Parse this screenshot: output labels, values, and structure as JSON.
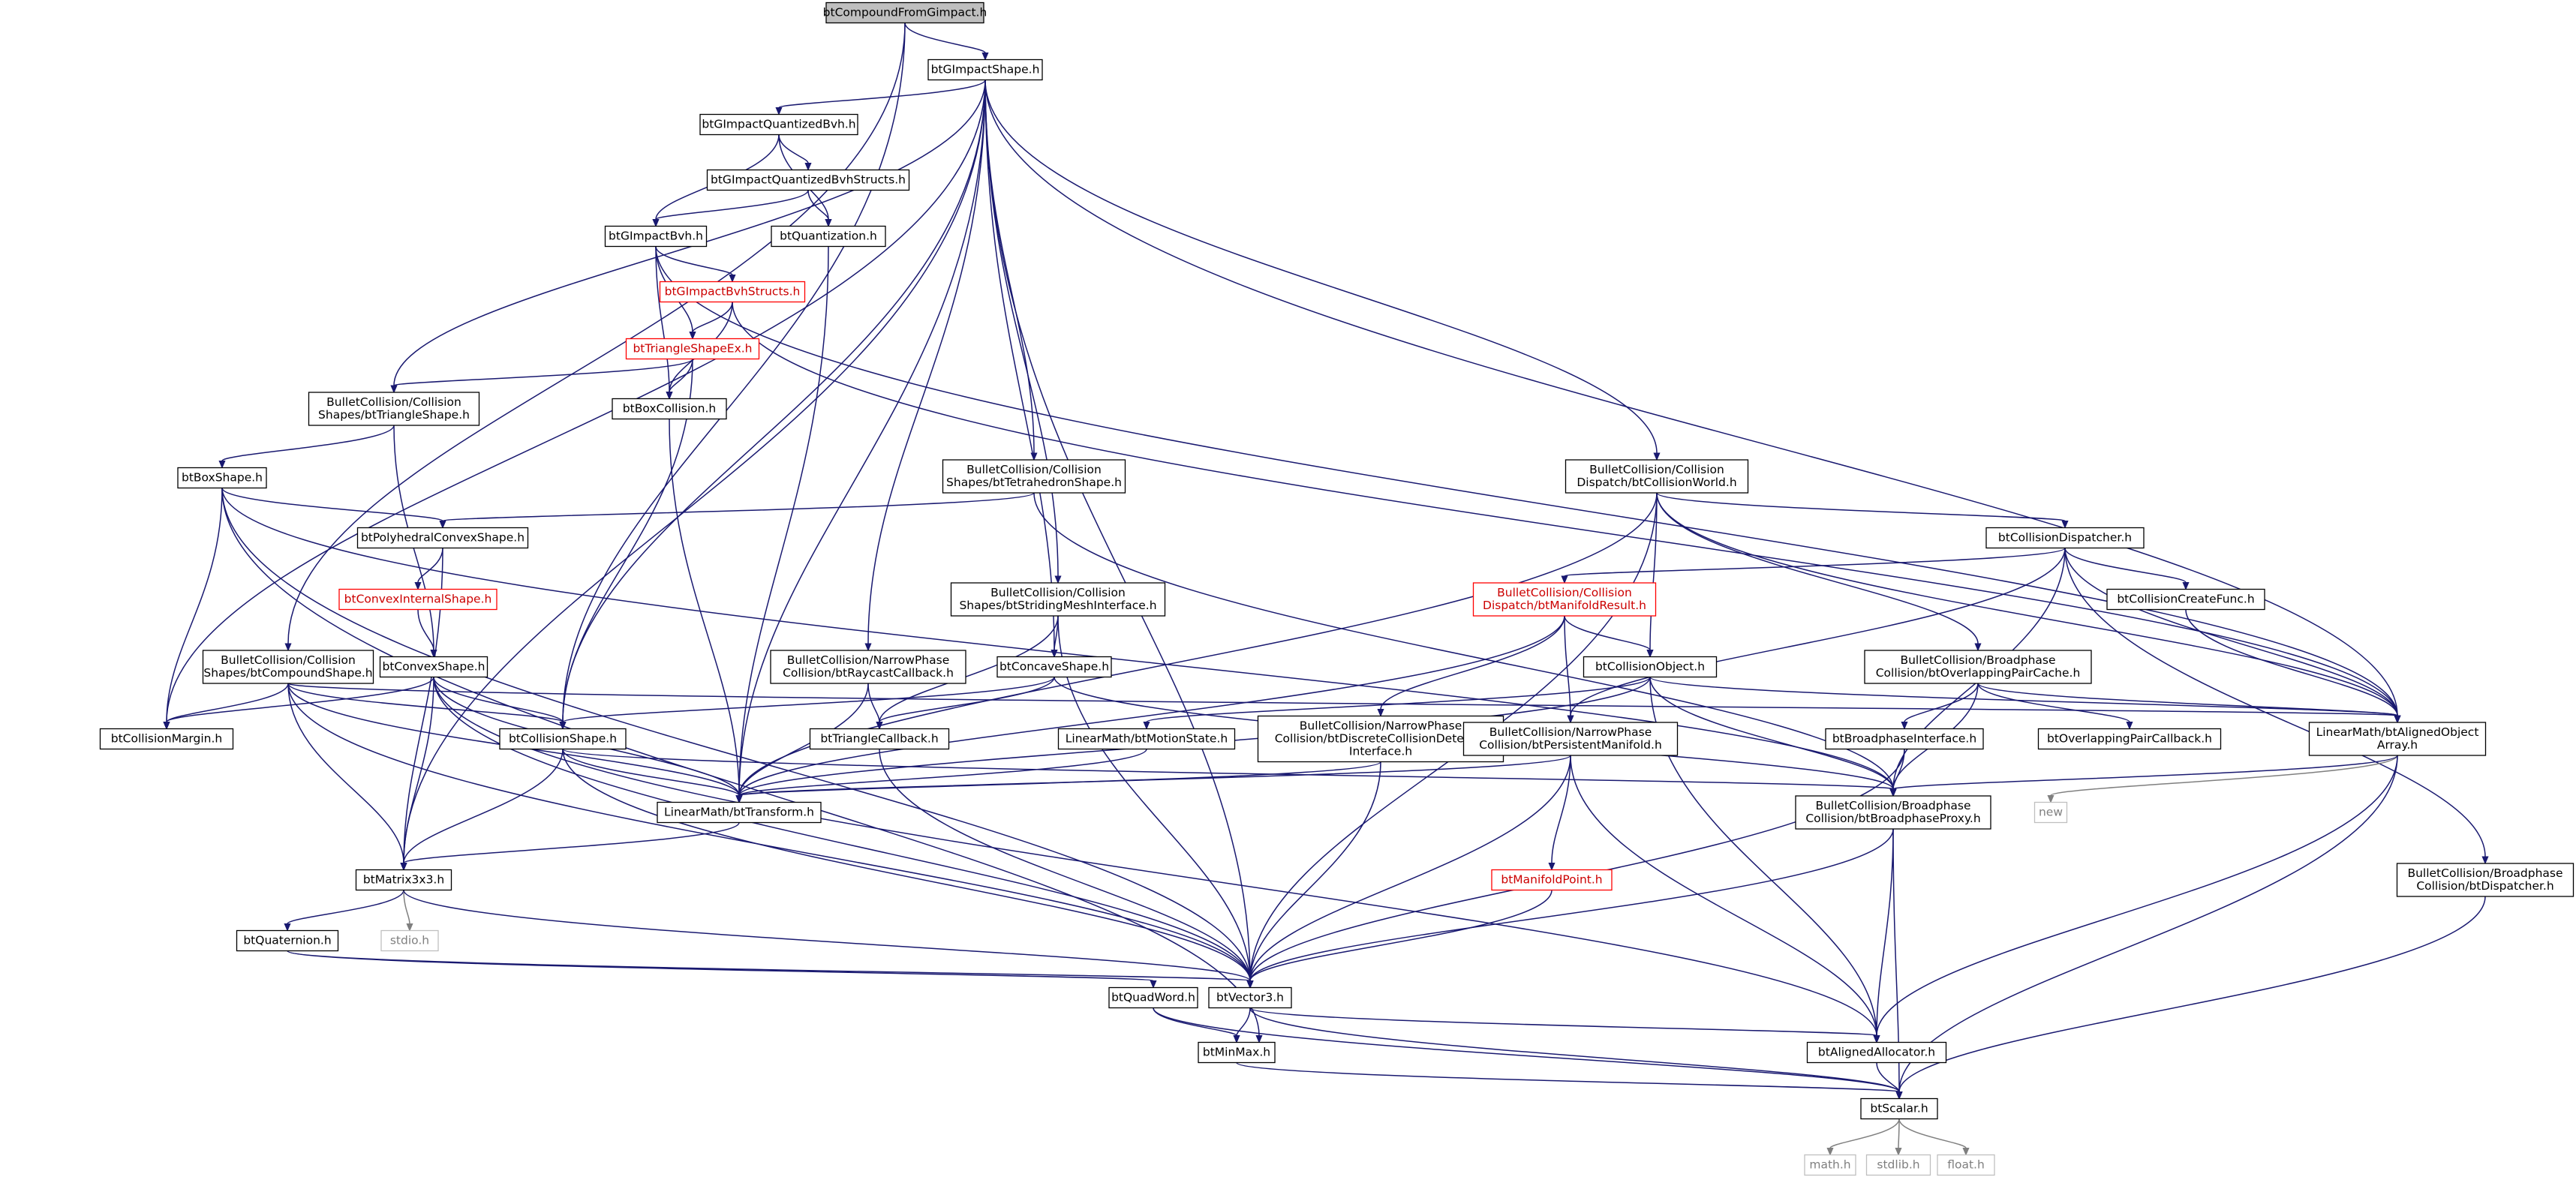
{
  "diagram": {
    "type": "include-dependency-graph",
    "colors": {
      "edge": "#191970",
      "edge_system": "#7f7f7f",
      "root_fill": "#bfbfbf",
      "truncated_border": "#ff0000",
      "system_border": "#bfbfbf",
      "truncated_text": "#cc0000"
    },
    "nodes": [
      {
        "id": "root",
        "lines": [
          "btCompoundFromGimpact.h"
        ],
        "kind": "root"
      },
      {
        "id": "gimpactshape",
        "lines": [
          "btGImpactShape.h"
        ],
        "kind": "normal"
      },
      {
        "id": "gimpactqbvh",
        "lines": [
          "btGImpactQuantizedBvh.h"
        ],
        "kind": "normal"
      },
      {
        "id": "gimpactqbvhstructs",
        "lines": [
          "btGImpactQuantizedBvhStructs.h"
        ],
        "kind": "normal"
      },
      {
        "id": "gimpactbvh",
        "lines": [
          "btGImpactBvh.h"
        ],
        "kind": "normal"
      },
      {
        "id": "quantization",
        "lines": [
          "btQuantization.h"
        ],
        "kind": "normal"
      },
      {
        "id": "gimpactbvhstructs",
        "lines": [
          "btGImpactBvhStructs.h"
        ],
        "kind": "truncated"
      },
      {
        "id": "triangleshapeex",
        "lines": [
          "btTriangleShapeEx.h"
        ],
        "kind": "truncated"
      },
      {
        "id": "triangleshape",
        "lines": [
          "BulletCollision/Collision",
          "Shapes/btTriangleShape.h"
        ],
        "kind": "normal"
      },
      {
        "id": "boxcollision",
        "lines": [
          "btBoxCollision.h"
        ],
        "kind": "normal"
      },
      {
        "id": "boxshape",
        "lines": [
          "btBoxShape.h"
        ],
        "kind": "normal"
      },
      {
        "id": "tetrahedron",
        "lines": [
          "BulletCollision/Collision",
          "Shapes/btTetrahedronShape.h"
        ],
        "kind": "normal"
      },
      {
        "id": "collisionworld",
        "lines": [
          "BulletCollision/Collision",
          "Dispatch/btCollisionWorld.h"
        ],
        "kind": "normal"
      },
      {
        "id": "polyhedral",
        "lines": [
          "btPolyhedralConvexShape.h"
        ],
        "kind": "normal"
      },
      {
        "id": "collisiondispatcher",
        "lines": [
          "btCollisionDispatcher.h"
        ],
        "kind": "normal"
      },
      {
        "id": "convexinternal",
        "lines": [
          "btConvexInternalShape.h"
        ],
        "kind": "truncated"
      },
      {
        "id": "manifoldresult",
        "lines": [
          "BulletCollision/Collision",
          "Dispatch/btManifoldResult.h"
        ],
        "kind": "truncated"
      },
      {
        "id": "stridingmesh",
        "lines": [
          "BulletCollision/Collision",
          "Shapes/btStridingMeshInterface.h"
        ],
        "kind": "normal"
      },
      {
        "id": "collisioncreatefunc",
        "lines": [
          "btCollisionCreateFunc.h"
        ],
        "kind": "normal"
      },
      {
        "id": "compoundshape",
        "lines": [
          "BulletCollision/Collision",
          "Shapes/btCompoundShape.h"
        ],
        "kind": "normal"
      },
      {
        "id": "convexshape",
        "lines": [
          "btConvexShape.h"
        ],
        "kind": "normal"
      },
      {
        "id": "raycastcallback",
        "lines": [
          "BulletCollision/NarrowPhase",
          "Collision/btRaycastCallback.h"
        ],
        "kind": "normal"
      },
      {
        "id": "concaveshape",
        "lines": [
          "btConcaveShape.h"
        ],
        "kind": "normal"
      },
      {
        "id": "collisionobject",
        "lines": [
          "btCollisionObject.h"
        ],
        "kind": "normal"
      },
      {
        "id": "overlappingpaircache",
        "lines": [
          "BulletCollision/Broadphase",
          "Collision/btOverlappingPairCache.h"
        ],
        "kind": "normal"
      },
      {
        "id": "collisionmargin",
        "lines": [
          "btCollisionMargin.h"
        ],
        "kind": "normal"
      },
      {
        "id": "collisionshape",
        "lines": [
          "btCollisionShape.h"
        ],
        "kind": "normal"
      },
      {
        "id": "trianglecallback",
        "lines": [
          "btTriangleCallback.h"
        ],
        "kind": "normal"
      },
      {
        "id": "motionstate",
        "lines": [
          "LinearMath/btMotionState.h"
        ],
        "kind": "normal"
      },
      {
        "id": "discretecd",
        "lines": [
          "BulletCollision/NarrowPhase",
          "Collision/btDiscreteCollisionDetector",
          "Interface.h"
        ],
        "kind": "normal"
      },
      {
        "id": "persistentmanifold",
        "lines": [
          "BulletCollision/NarrowPhase",
          "Collision/btPersistentManifold.h"
        ],
        "kind": "normal"
      },
      {
        "id": "broadphaseinterface",
        "lines": [
          "btBroadphaseInterface.h"
        ],
        "kind": "normal"
      },
      {
        "id": "overlappingpaircallback",
        "lines": [
          "btOverlappingPairCallback.h"
        ],
        "kind": "normal"
      },
      {
        "id": "alignedobjectarray",
        "lines": [
          "LinearMath/btAlignedObject",
          "Array.h"
        ],
        "kind": "normal"
      },
      {
        "id": "transform",
        "lines": [
          "LinearMath/btTransform.h"
        ],
        "kind": "normal"
      },
      {
        "id": "broadphaseproxy",
        "lines": [
          "BulletCollision/Broadphase",
          "Collision/btBroadphaseProxy.h"
        ],
        "kind": "normal"
      },
      {
        "id": "new",
        "lines": [
          "new"
        ],
        "kind": "system"
      },
      {
        "id": "matrix3x3",
        "lines": [
          "btMatrix3x3.h"
        ],
        "kind": "normal"
      },
      {
        "id": "manifoldpoint",
        "lines": [
          "btManifoldPoint.h"
        ],
        "kind": "truncated"
      },
      {
        "id": "dispatcher",
        "lines": [
          "BulletCollision/Broadphase",
          "Collision/btDispatcher.h"
        ],
        "kind": "normal"
      },
      {
        "id": "quaternion",
        "lines": [
          "btQuaternion.h"
        ],
        "kind": "normal"
      },
      {
        "id": "stdio",
        "lines": [
          "stdio.h"
        ],
        "kind": "system"
      },
      {
        "id": "quadword",
        "lines": [
          "btQuadWord.h"
        ],
        "kind": "normal"
      },
      {
        "id": "vector3",
        "lines": [
          "btVector3.h"
        ],
        "kind": "normal"
      },
      {
        "id": "minmax",
        "lines": [
          "btMinMax.h"
        ],
        "kind": "normal"
      },
      {
        "id": "alignedallocator",
        "lines": [
          "btAlignedAllocator.h"
        ],
        "kind": "normal"
      },
      {
        "id": "scalar",
        "lines": [
          "btScalar.h"
        ],
        "kind": "normal"
      },
      {
        "id": "math",
        "lines": [
          "math.h"
        ],
        "kind": "system"
      },
      {
        "id": "stdlib",
        "lines": [
          "stdlib.h"
        ],
        "kind": "system"
      },
      {
        "id": "float",
        "lines": [
          "float.h"
        ],
        "kind": "system"
      }
    ],
    "edges": [
      [
        "root",
        "gimpactshape"
      ],
      [
        "root",
        "compoundshape"
      ],
      [
        "root",
        "collisionshape"
      ],
      [
        "gimpactshape",
        "gimpactqbvh"
      ],
      [
        "gimpactshape",
        "triangleshape"
      ],
      [
        "gimpactshape",
        "collisionshape"
      ],
      [
        "gimpactshape",
        "collisionmargin"
      ],
      [
        "gimpactshape",
        "matrix3x3"
      ],
      [
        "gimpactshape",
        "transform"
      ],
      [
        "gimpactshape",
        "tetrahedron"
      ],
      [
        "gimpactshape",
        "stridingmesh"
      ],
      [
        "gimpactshape",
        "raycastcallback"
      ],
      [
        "gimpactshape",
        "concaveshape"
      ],
      [
        "gimpactshape",
        "vector3"
      ],
      [
        "gimpactshape",
        "collisionworld"
      ],
      [
        "gimpactshape",
        "alignedobjectarray"
      ],
      [
        "gimpactqbvh",
        "gimpactqbvhstructs"
      ],
      [
        "gimpactqbvh",
        "gimpactbvh"
      ],
      [
        "gimpactqbvh",
        "quantization"
      ],
      [
        "gimpactqbvhstructs",
        "gimpactbvh"
      ],
      [
        "gimpactqbvhstructs",
        "quantization"
      ],
      [
        "gimpactbvh",
        "gimpactbvhstructs"
      ],
      [
        "gimpactbvh",
        "triangleshapeex"
      ],
      [
        "gimpactbvh",
        "boxcollision"
      ],
      [
        "gimpactbvh",
        "alignedobjectarray"
      ],
      [
        "quantization",
        "transform"
      ],
      [
        "gimpactbvhstructs",
        "triangleshapeex"
      ],
      [
        "gimpactbvhstructs",
        "boxcollision"
      ],
      [
        "gimpactbvhstructs",
        "alignedobjectarray"
      ],
      [
        "triangleshapeex",
        "boxcollision"
      ],
      [
        "triangleshapeex",
        "triangleshape"
      ],
      [
        "triangleshapeex",
        "collisionshape"
      ],
      [
        "boxcollision",
        "transform"
      ],
      [
        "triangleshape",
        "boxshape"
      ],
      [
        "triangleshape",
        "convexshape"
      ],
      [
        "boxshape",
        "polyhedral"
      ],
      [
        "boxshape",
        "collisionmargin"
      ],
      [
        "boxshape",
        "vector3"
      ],
      [
        "boxshape",
        "minmax"
      ],
      [
        "boxshape",
        "broadphaseproxy"
      ],
      [
        "tetrahedron",
        "polyhedral"
      ],
      [
        "tetrahedron",
        "broadphaseproxy"
      ],
      [
        "polyhedral",
        "convexinternal"
      ],
      [
        "polyhedral",
        "matrix3x3"
      ],
      [
        "convexinternal",
        "convexshape"
      ],
      [
        "convexshape",
        "collisionshape"
      ],
      [
        "convexshape",
        "vector3"
      ],
      [
        "convexshape",
        "transform"
      ],
      [
        "convexshape",
        "matrix3x3"
      ],
      [
        "convexshape",
        "collisionmargin"
      ],
      [
        "convexshape",
        "alignedallocator"
      ],
      [
        "compoundshape",
        "collisionshape"
      ],
      [
        "compoundshape",
        "vector3"
      ],
      [
        "compoundshape",
        "transform"
      ],
      [
        "compoundshape",
        "matrix3x3"
      ],
      [
        "compoundshape",
        "collisionmargin"
      ],
      [
        "compoundshape",
        "alignedobjectarray"
      ],
      [
        "collisionshape",
        "transform"
      ],
      [
        "collisionshape",
        "vector3"
      ],
      [
        "collisionshape",
        "matrix3x3"
      ],
      [
        "collisionshape",
        "broadphaseproxy"
      ],
      [
        "stridingmesh",
        "trianglecallback"
      ],
      [
        "stridingmesh",
        "concaveshape"
      ],
      [
        "stridingmesh",
        "vector3"
      ],
      [
        "concaveshape",
        "collisionshape"
      ],
      [
        "concaveshape",
        "broadphaseproxy"
      ],
      [
        "concaveshape",
        "trianglecallback"
      ],
      [
        "raycastcallback",
        "trianglecallback"
      ],
      [
        "raycastcallback",
        "transform"
      ],
      [
        "trianglecallback",
        "vector3"
      ],
      [
        "collisionworld",
        "collisionobject"
      ],
      [
        "collisionworld",
        "vector3"
      ],
      [
        "collisionworld",
        "transform"
      ],
      [
        "collisionworld",
        "collisiondispatcher"
      ],
      [
        "collisionworld",
        "overlappingpaircache"
      ],
      [
        "collisionworld",
        "alignedobjectarray"
      ],
      [
        "collisiondispatcher",
        "manifoldresult"
      ],
      [
        "collisiondispatcher",
        "collisioncreatefunc"
      ],
      [
        "collisiondispatcher",
        "persistentmanifold"
      ],
      [
        "collisiondispatcher",
        "alignedobjectarray"
      ],
      [
        "collisiondispatcher",
        "dispatcher"
      ],
      [
        "collisiondispatcher",
        "broadphaseproxy"
      ],
      [
        "manifoldresult",
        "collisionobject"
      ],
      [
        "manifoldresult",
        "discretecd"
      ],
      [
        "manifoldresult",
        "persistentmanifold"
      ],
      [
        "manifoldresult",
        "transform"
      ],
      [
        "collisioncreatefunc",
        "alignedobjectarray"
      ],
      [
        "collisionobject",
        "motionstate"
      ],
      [
        "collisionobject",
        "transform"
      ],
      [
        "collisionobject",
        "alignedobjectarray"
      ],
      [
        "collisionobject",
        "alignedallocator"
      ],
      [
        "collisionobject",
        "broadphaseproxy"
      ],
      [
        "overlappingpaircache",
        "broadphaseinterface"
      ],
      [
        "overlappingpaircache",
        "overlappingpaircallback"
      ],
      [
        "overlappingpaircache",
        "broadphaseproxy"
      ],
      [
        "overlappingpaircache",
        "alignedobjectarray"
      ],
      [
        "motionstate",
        "transform"
      ],
      [
        "discretecd",
        "transform"
      ],
      [
        "discretecd",
        "vector3"
      ],
      [
        "persistentmanifold",
        "manifoldpoint"
      ],
      [
        "persistentmanifold",
        "vector3"
      ],
      [
        "persistentmanifold",
        "alignedallocator"
      ],
      [
        "persistentmanifold",
        "transform"
      ],
      [
        "broadphaseinterface",
        "broadphaseproxy"
      ],
      [
        "broadphaseinterface",
        "vector3"
      ],
      [
        "alignedobjectarray",
        "alignedallocator"
      ],
      [
        "alignedobjectarray",
        "new"
      ],
      [
        "alignedobjectarray",
        "scalar"
      ],
      [
        "alignedobjectarray",
        "broadphaseproxy"
      ],
      [
        "transform",
        "matrix3x3"
      ],
      [
        "broadphaseproxy",
        "scalar"
      ],
      [
        "broadphaseproxy",
        "vector3"
      ],
      [
        "broadphaseproxy",
        "alignedallocator"
      ],
      [
        "matrix3x3",
        "quaternion"
      ],
      [
        "matrix3x3",
        "stdio"
      ],
      [
        "matrix3x3",
        "vector3"
      ],
      [
        "manifoldpoint",
        "vector3"
      ],
      [
        "dispatcher",
        "scalar"
      ],
      [
        "quaternion",
        "quadword"
      ],
      [
        "quaternion",
        "vector3"
      ],
      [
        "quadword",
        "minmax"
      ],
      [
        "quadword",
        "scalar"
      ],
      [
        "vector3",
        "minmax"
      ],
      [
        "vector3",
        "alignedallocator"
      ],
      [
        "vector3",
        "scalar"
      ],
      [
        "minmax",
        "scalar"
      ],
      [
        "alignedallocator",
        "scalar"
      ],
      [
        "scalar",
        "math"
      ],
      [
        "scalar",
        "stdlib"
      ],
      [
        "scalar",
        "float"
      ]
    ]
  }
}
